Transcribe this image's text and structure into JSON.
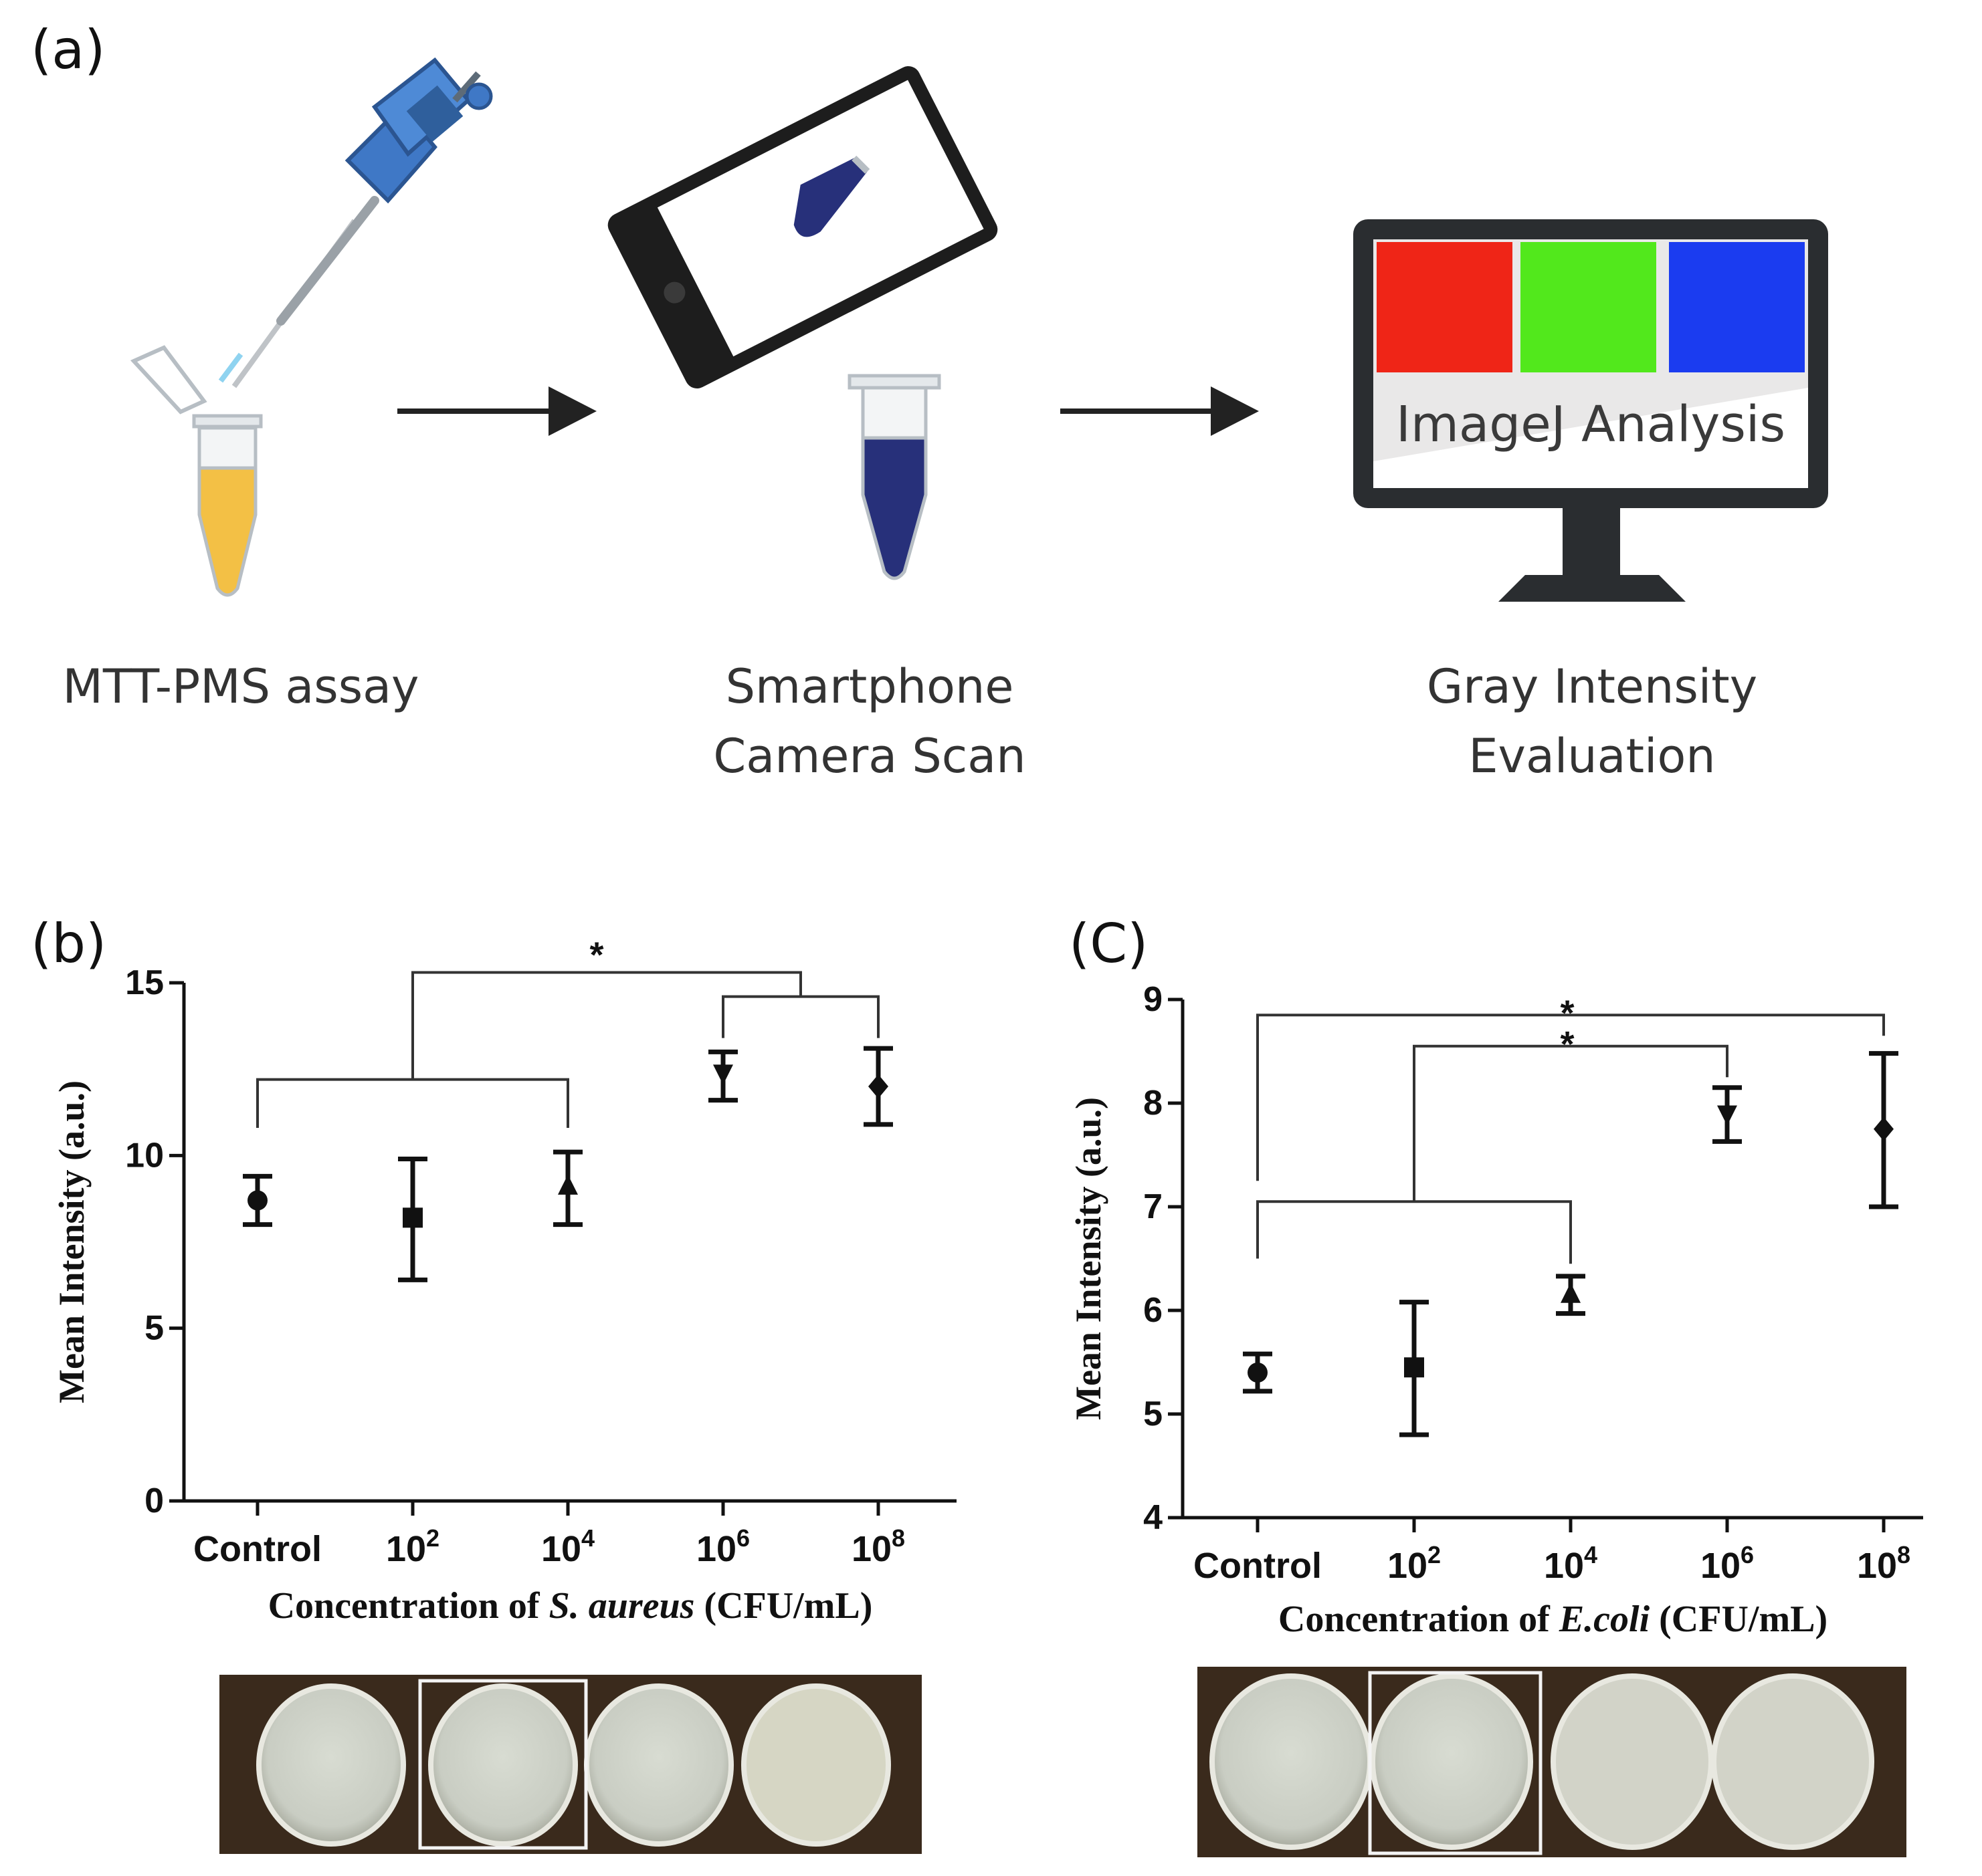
{
  "panel_a": {
    "label": "(a)",
    "steps": [
      {
        "line1": "MTT-PMS assay",
        "line2": ""
      },
      {
        "line1": "Smartphone",
        "line2": "Camera Scan"
      },
      {
        "line1": "Gray Intensity",
        "line2": "Evaluation"
      }
    ],
    "monitor_text": "ImageJ Analysis",
    "monitor_colors": [
      "#ef2517",
      "#52e81c",
      "#1b3cf0"
    ],
    "tube_colors": {
      "yellow": "#f3c045",
      "blue": "#27307a"
    }
  },
  "panel_b": {
    "label": "(b)"
  },
  "panel_c": {
    "label": "(C)"
  },
  "chart_data": [
    {
      "type": "scatter",
      "categories": [
        "Control",
        "10",
        "10",
        "10",
        "10"
      ],
      "category_exponents": [
        "",
        "2",
        "4",
        "6",
        "8"
      ],
      "markers": [
        "circle",
        "square",
        "triangle-up",
        "triangle-down",
        "diamond"
      ],
      "values": [
        8.7,
        8.2,
        9.1,
        12.4,
        12.0
      ],
      "error_low": [
        8.0,
        6.4,
        8.0,
        11.6,
        10.9
      ],
      "error_high": [
        9.4,
        9.9,
        10.1,
        13.0,
        13.1
      ],
      "ylabel": "Mean Intensity (a.u.)",
      "xlabel_prefix": "Concentration of ",
      "xlabel_italic": "S. aureus",
      "xlabel_suffix": " (CFU/mL)",
      "ylim": [
        0,
        15
      ],
      "yticks": [
        "0",
        "5",
        "10",
        "15"
      ],
      "significance": [
        {
          "label": "*"
        }
      ]
    },
    {
      "type": "scatter",
      "categories": [
        "Control",
        "10",
        "10",
        "10",
        "10"
      ],
      "category_exponents": [
        "",
        "2",
        "4",
        "6",
        "8"
      ],
      "markers": [
        "circle",
        "square",
        "triangle-up",
        "triangle-down",
        "diamond"
      ],
      "values": [
        5.4,
        5.45,
        6.15,
        7.9,
        7.75
      ],
      "error_low": [
        5.22,
        4.8,
        5.97,
        7.63,
        7.0
      ],
      "error_high": [
        5.58,
        6.08,
        6.33,
        8.15,
        8.48
      ],
      "ylabel": "Mean Intensity (a.u.)",
      "xlabel_prefix": "Concentration of ",
      "xlabel_italic": "E.coli",
      "xlabel_suffix": " (CFU/mL)",
      "ylim": [
        4,
        9
      ],
      "yticks": [
        "4",
        "5",
        "6",
        "7",
        "8",
        "9"
      ],
      "significance": [
        {
          "label": "*"
        },
        {
          "label": "*"
        }
      ]
    }
  ]
}
